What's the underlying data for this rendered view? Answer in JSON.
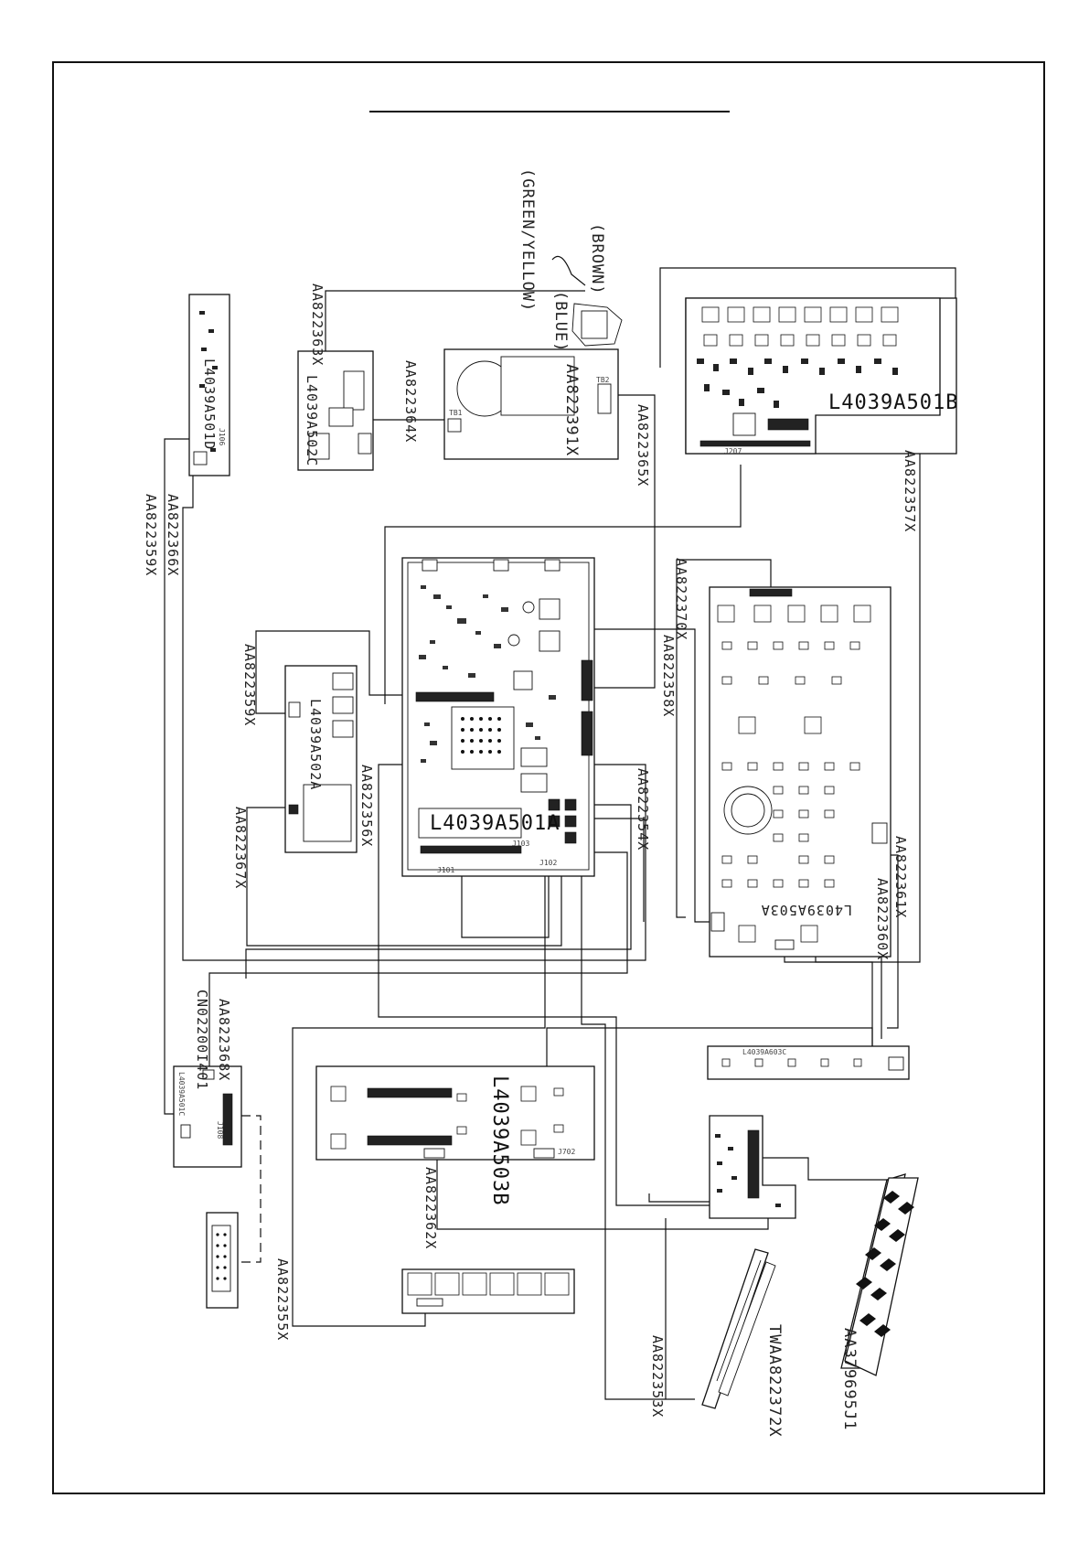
{
  "diagram": {
    "boards": [
      {
        "id": "main",
        "label": "L4039A501A",
        "sub_labels": [
          "J101",
          "J102",
          "J103"
        ]
      },
      {
        "id": "b-top-right",
        "label": "L4039A501B",
        "sub_labels": [
          "J207"
        ]
      },
      {
        "id": "b-panel-right",
        "label": "L4039A503A"
      },
      {
        "id": "b-strip-right",
        "label": "L4039A603C"
      },
      {
        "id": "b-mid-bottom",
        "label": "L4039A503B",
        "sub_labels": [
          "J702"
        ]
      },
      {
        "id": "b-left-top",
        "label": "L4039A501D",
        "sub_labels": [
          "J106"
        ]
      },
      {
        "id": "b-left-mid",
        "label": "L4039A502A"
      },
      {
        "id": "b-left-low",
        "label": "L4039A501C",
        "sub_labels": [
          "J108"
        ]
      },
      {
        "id": "b-top-small",
        "label": "L4039A502C"
      },
      {
        "id": "b-transformer",
        "label": "AA822391X",
        "sub_labels": [
          "TB1",
          "TB2"
        ]
      }
    ],
    "cables": [
      "AA822363X",
      "AA822364X",
      "AA822365X",
      "AA822357X",
      "AA822370X",
      "AA822358X",
      "AA822354X",
      "AA822359X",
      "AA822366X",
      "AA822356X",
      "AA822367X",
      "AA822361X",
      "AA822360X",
      "AA822368X",
      "CN02200I401",
      "AA822362X",
      "AA822355X",
      "AA822353X",
      "TWAA822372X",
      "AA379695J1"
    ],
    "wire_colors": [
      "(GREEN/YELLOW)",
      "(BROWN)",
      "(BLUE)"
    ]
  }
}
